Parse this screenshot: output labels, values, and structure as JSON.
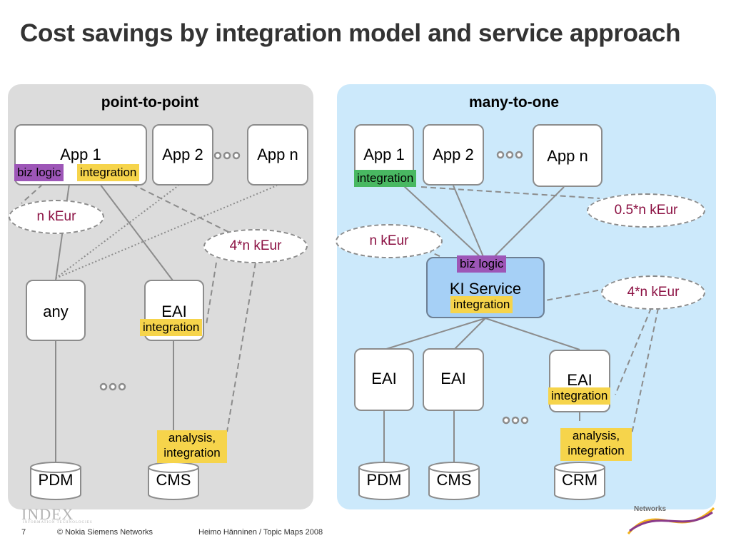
{
  "title": "Cost savings by integration model and service approach",
  "left": {
    "heading": "point-to-point",
    "app1": "App 1",
    "app2": "App 2",
    "appn": "App n",
    "biz_logic": "biz logic",
    "integration": "integration",
    "cost_n": "n kEur",
    "cost_4n": "4*n kEur",
    "any": "any",
    "eai": "EAI",
    "eai_integration": "integration",
    "analysis_line1": "analysis,",
    "analysis_line2": "integration",
    "pdm": "PDM",
    "cms": "CMS"
  },
  "right": {
    "heading": "many-to-one",
    "app1": "App 1",
    "app2": "App 2",
    "appn": "App n",
    "integration": "integration",
    "cost_05n": "0.5*n kEur",
    "cost_n": "n kEur",
    "cost_4n": "4*n kEur",
    "biz_logic": "biz logic",
    "ki_service": "KI Service",
    "ki_integration": "integration",
    "eai1": "EAI",
    "eai2": "EAI",
    "eai3": "EAI",
    "eai3_integration": "integration",
    "analysis_line1": "analysis,",
    "analysis_line2": "integration",
    "pdm": "PDM",
    "cms": "CMS",
    "crm": "CRM"
  },
  "footer": {
    "page": "7",
    "copyright": "© Nokia Siemens Networks",
    "author": "Heimo Hänninen / Topic Maps 2008",
    "logo_left": "INDEX",
    "logo_left_sub": "INFORMATION TECHNOLOGIES",
    "logo_right": "Networks"
  },
  "colors": {
    "integration_tag": "#f6d44b",
    "biz_logic_tag": "#9d56b7",
    "integration_green": "#49b862",
    "cost_text": "#8b1042",
    "left_panel": "#dcdcdc",
    "right_panel": "#cce9fb"
  }
}
